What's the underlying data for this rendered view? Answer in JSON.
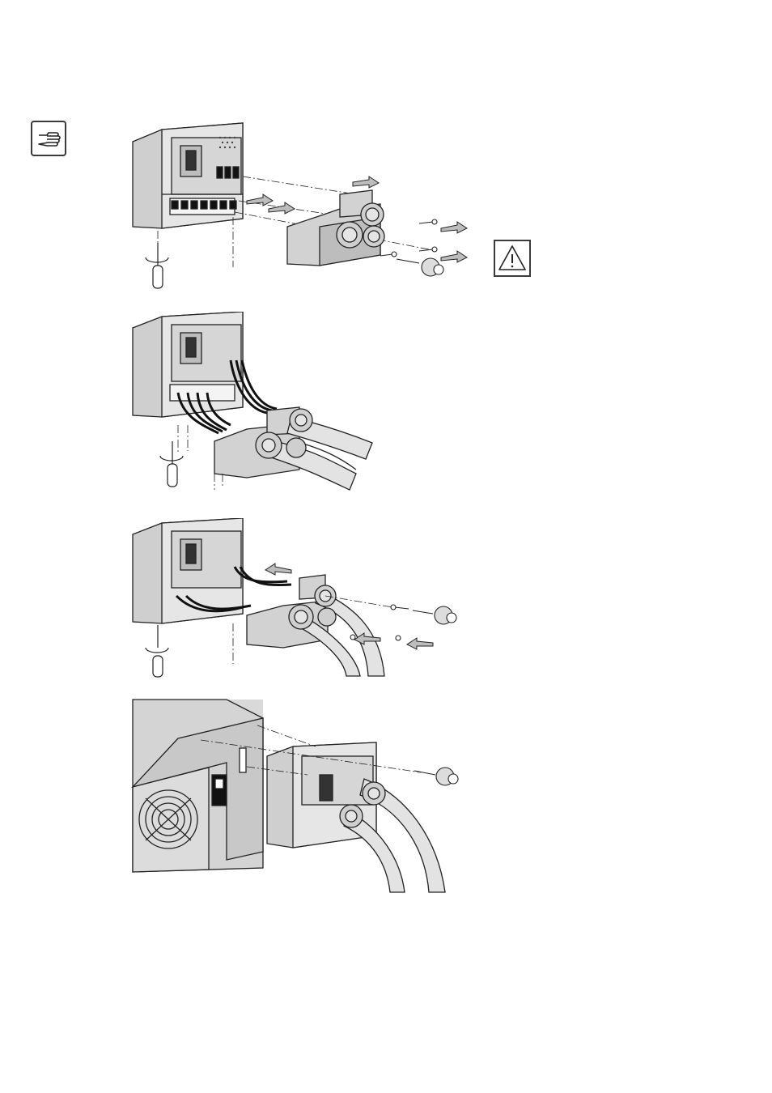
{
  "page": {
    "kind": "installation-illustrations",
    "background": "#ffffff",
    "line_color": "#222222",
    "shade_light": "#d9d9d9",
    "shade_mid": "#bdbdbd",
    "shade_dark": "#1a1a1a"
  },
  "icons": {
    "note": "pointing-hand-icon",
    "warning": "warning-triangle-icon"
  },
  "steps": [
    {
      "id": 1,
      "depicts": "remove-cover"
    },
    {
      "id": 2,
      "depicts": "connect-cables"
    },
    {
      "id": 3,
      "depicts": "refit-cable-cover"
    },
    {
      "id": 4,
      "depicts": "mount-box-on-unit"
    }
  ]
}
